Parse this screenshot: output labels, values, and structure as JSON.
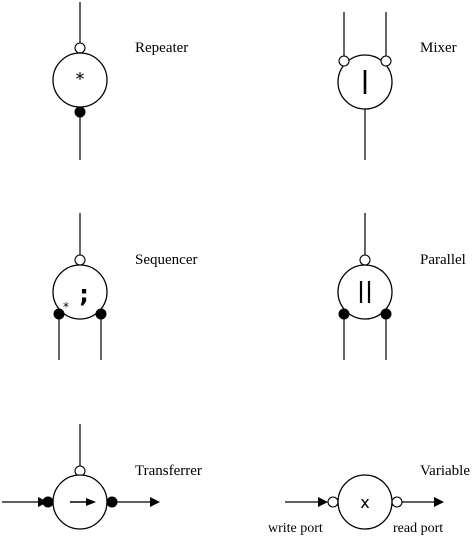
{
  "components": [
    {
      "id": "repeater",
      "label": "Repeater",
      "symbol": "*"
    },
    {
      "id": "mixer",
      "label": "Mixer",
      "symbol": "|"
    },
    {
      "id": "sequencer",
      "label": "Sequencer",
      "symbol": ";",
      "sub_symbol": "*"
    },
    {
      "id": "parallel",
      "label": "Parallel",
      "symbol": "||"
    },
    {
      "id": "transferrer",
      "label": "Transferrer"
    },
    {
      "id": "variable",
      "label": "Variable",
      "symbol": "x",
      "left_port_label": "write port",
      "right_port_label": "read port"
    }
  ]
}
